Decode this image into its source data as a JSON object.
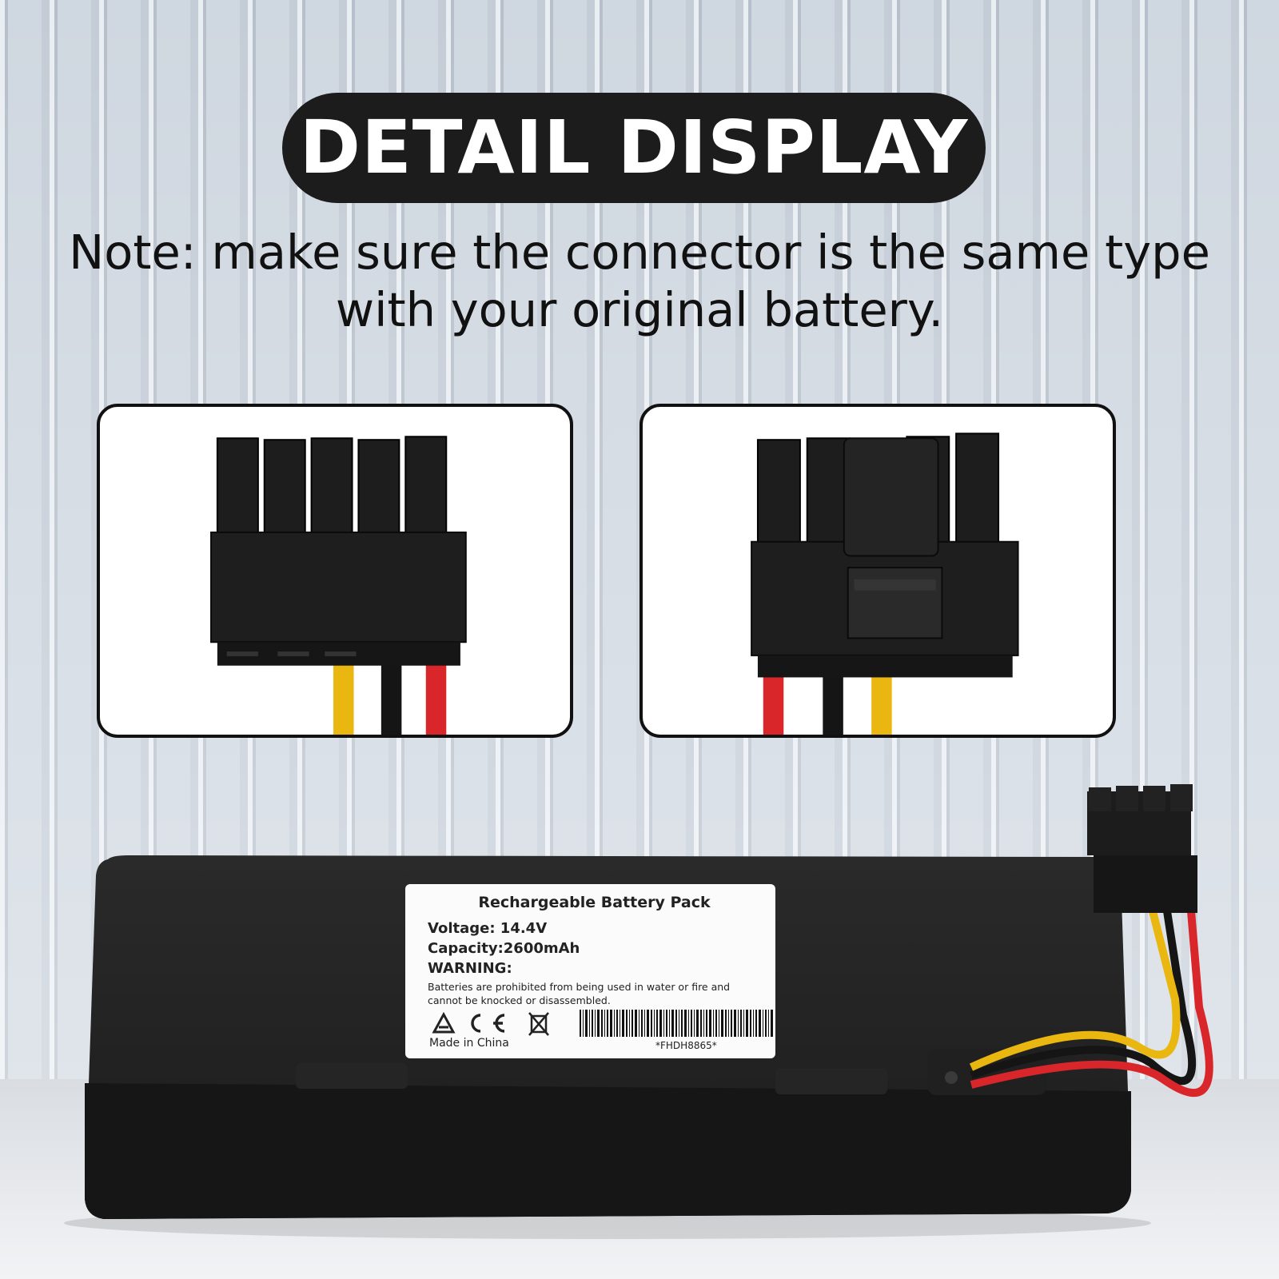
{
  "title": "DETAIL DISPLAY",
  "note": "Note: make sure the connector is the same type with your original battery.",
  "label": {
    "title": "Rechargeable Battery Pack",
    "voltage": "Voltage: 14.4V",
    "capacity": "Capacity:2600mAh",
    "warning_heading": "WARNING:",
    "warning_text": "Batteries are prohibited from being used in water or fire and cannot be knocked or disassembled.",
    "origin": "Made in China",
    "serial": "*FHDH8865*",
    "icons": [
      "recycle-icon",
      "ce-mark-icon",
      "crossed-bin-icon",
      "barcode"
    ]
  },
  "colors": {
    "pill": "#1c1c1c",
    "wire_red": "#d8262a",
    "wire_yellow": "#e9b70f",
    "wire_black": "#151515",
    "battery": "#1b1b1b"
  }
}
